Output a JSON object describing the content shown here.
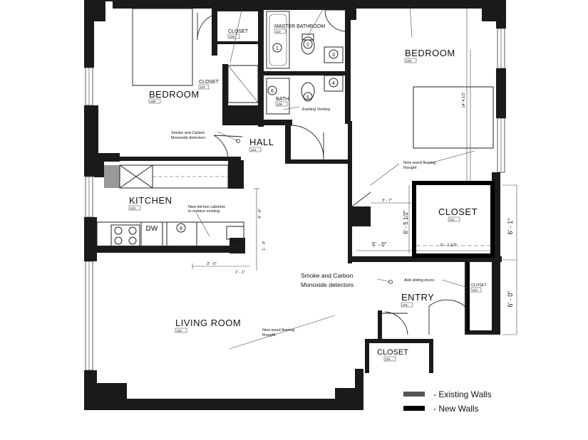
{
  "rooms": {
    "bedroom_left": {
      "name": "BEDROOM",
      "number": "108"
    },
    "bedroom_right": {
      "name": "BEDROOM",
      "number": "109"
    },
    "closet_106": {
      "name": "CLOSET",
      "number": "106"
    },
    "closet_107": {
      "name": "CLOSET",
      "number": "107"
    },
    "master_bath": {
      "name": "MASTER BATHROOM",
      "number": "110"
    },
    "bath": {
      "name": "BATH",
      "number": "106"
    },
    "hall": {
      "name": "HALL",
      "number": "104"
    },
    "kitchen": {
      "name": "KITCHEN",
      "number": "103"
    },
    "closet_main": {
      "name": "CLOSET",
      "number": "112"
    },
    "closet_entry_side": {
      "name": "CLOSET",
      "number": "113"
    },
    "entry": {
      "name": "ENTRY",
      "number": "101"
    },
    "living": {
      "name": "LIVING ROOM",
      "number": "102"
    },
    "closet_entry": {
      "name": "CLOSET",
      "number": "101"
    }
  },
  "fixtures": {
    "dw": "DW",
    "tags": [
      "1",
      "2",
      "3",
      "4",
      "5",
      "6",
      "8"
    ]
  },
  "notes": {
    "smoke_hall": [
      "Smoke and Carbon",
      "Monoxide detectors"
    ],
    "existing_venting": "Existing Venting",
    "wood_floor_bedroom": [
      "New wood flooring",
      "thought"
    ],
    "kitchen_cabinets": [
      "New kitchen cabinets",
      "to replace existing"
    ],
    "smoke_entry": [
      "Smoke and Carbon",
      "Monoxide detectors"
    ],
    "sliding_doors": "Add sliding doors",
    "wood_floor_living": [
      "New wood flooring",
      "thought"
    ]
  },
  "dimensions": {
    "bed_vertical": "14' 4 1/2\"",
    "closet_top": "3' - 7\"",
    "closet_left": "6' - 5 1/2\"",
    "closet_bottom_left": "5' - 0\"",
    "closet_bottom_right": "6' - 2 1/2\"",
    "right_upper": "6' - 1\"",
    "right_lower": "6' - 0\"",
    "kitchen_vertical": "4' - 0\"",
    "kitchen_vertical_small": "1' - 4\"",
    "kitchen_bottom": "3' - 0\"",
    "kitchen_bottom_small": "1' - 1\""
  },
  "legend": {
    "existing": "- Existing Walls",
    "new": "- New Walls",
    "existing_color": "#555555",
    "new_color": "#000000"
  }
}
